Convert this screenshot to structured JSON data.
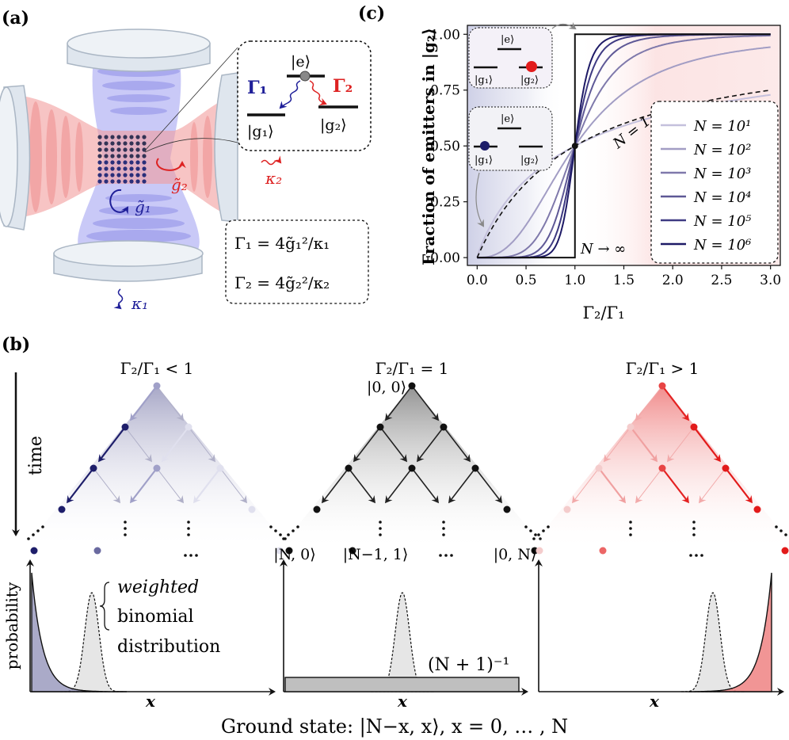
{
  "panel_labels": {
    "a": "(a)",
    "b": "(b)",
    "c": "(c)"
  },
  "panel_a": {
    "level_e": "|e⟩",
    "level_g1": "|g₁⟩",
    "level_g2": "|g₂⟩",
    "gamma1": "Γ₁",
    "gamma2": "Γ₂",
    "coupling1": "g̃₁",
    "coupling2": "g̃₂",
    "kappa1": "κ₁",
    "kappa2": "κ₂",
    "formula1": "Γ₁ = 4g̃₁²/κ₁",
    "formula2": "Γ₂ = 4g̃₂²/κ₂",
    "colors": {
      "cavity1": "#9a9cf2",
      "cavity2": "#f29a9a",
      "blue": "#1f1f99",
      "red": "#dd2222"
    }
  },
  "panel_b": {
    "time_label": "time",
    "titles": [
      "Γ₂/Γ₁ < 1",
      "Γ₂/Γ₁ = 1",
      "Γ₂/Γ₁ > 1"
    ],
    "state_top": "|0, 0⟩",
    "state_left": "|N, 0⟩",
    "state_mid": "|N−1, 1⟩",
    "state_right": "|0, N⟩",
    "dots": "…",
    "vdots": "⋮",
    "ylabel": "probability",
    "xlabel": "x",
    "annotation_weighted": "weighted",
    "annotation_binomial": "binomial",
    "annotation_distribution": "distribution",
    "uniform_label": "(N + 1)⁻¹",
    "caption": "Ground state: |N−x, x⟩,  x = 0, … , N"
  },
  "chart_data": {
    "type": "line",
    "xlabel": "Γ₂/Γ₁",
    "ylabel": "Fraction of emitters in |g₂⟩",
    "xlim": [
      0,
      3.0
    ],
    "ylim": [
      0,
      1.0
    ],
    "xticks": [
      "0.0",
      "0.5",
      "1.0",
      "1.5",
      "2.0",
      "2.5",
      "3.0"
    ],
    "yticks": [
      "0.00",
      "0.25",
      "0.50",
      "0.75",
      "1.00"
    ],
    "legend_position": "lower-right",
    "annotations": {
      "n1": "N = 1",
      "ninf": "N → ∞"
    },
    "series": [
      {
        "name": "N = 10¹",
        "N": 10,
        "color": "#c4c0dc"
      },
      {
        "name": "N = 10²",
        "N": 100,
        "color": "#a29dc4"
      },
      {
        "name": "N = 10³",
        "N": 1000,
        "color": "#7f79ab"
      },
      {
        "name": "N = 10⁴",
        "N": 10000,
        "color": "#5e5896"
      },
      {
        "name": "N = 10⁵",
        "N": 100000,
        "color": "#3e3a82"
      },
      {
        "name": "N = 10⁶",
        "N": 1000000,
        "color": "#1e1a66"
      }
    ],
    "reference_curves": [
      {
        "label": "N = 1",
        "style": "dashed"
      },
      {
        "label": "N → ∞",
        "style": "step"
      }
    ],
    "inset_top": {
      "e": "|e⟩",
      "g1": "|g₁⟩",
      "g2": "|g₂⟩"
    },
    "inset_bottom": {
      "e": "|e⟩",
      "g1": "|g₁⟩",
      "g2": "|g₂⟩"
    }
  }
}
